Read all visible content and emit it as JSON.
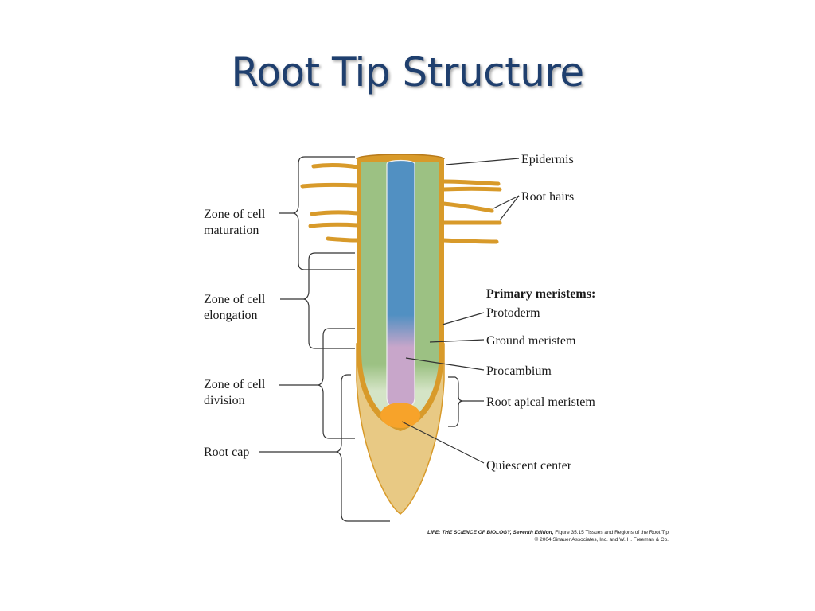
{
  "title": "Root Tip Structure",
  "labels": {
    "epidermis": "Epidermis",
    "root_hairs": "Root hairs",
    "primary_meristems": "Primary meristems:",
    "protoderm": "Protoderm",
    "ground_meristem": "Ground meristem",
    "procambium": "Procambium",
    "root_apical_meristem": "Root apical meristem",
    "quiescent_center": "Quiescent center",
    "zone_maturation_1": "Zone of cell",
    "zone_maturation_2": "maturation",
    "zone_elongation_1": "Zone of cell",
    "zone_elongation_2": "elongation",
    "zone_division_1": "Zone of cell",
    "zone_division_2": "division",
    "root_cap": "Root cap"
  },
  "credit": {
    "line1_bold": "LIFE: THE SCIENCE OF BIOLOGY, Seventh Edition,",
    "line1_rest": " Figure 35.15 Tissues and Regions of the Root Tip",
    "line2": "© 2004 Sinauer Associates, Inc. and W. H. Freeman & Co."
  },
  "colors": {
    "title": "#1f3f6e",
    "epidermis": "#d89a2a",
    "cortex_green": "#9cc183",
    "light_green": "#d4e4c6",
    "stele_blue": "#5190c2",
    "procambium_lilac": "#c8a6ca",
    "root_cap": "#e8c984",
    "quiescent_center": "#f7a32a"
  }
}
